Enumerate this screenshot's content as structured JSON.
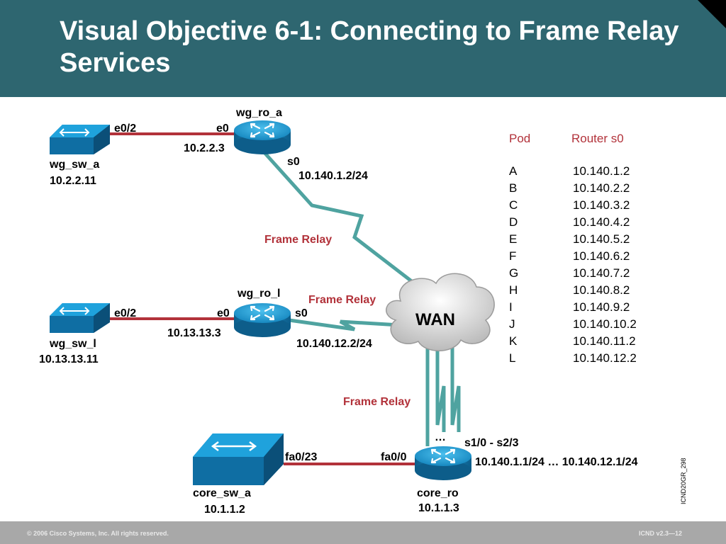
{
  "title": "Visual Objective 6-1: Connecting to Frame Relay Services",
  "footer": {
    "copyright": "© 2006 Cisco Systems, Inc. All rights reserved.",
    "page": "ICND v2.3—12"
  },
  "side_label": "ICND20GR_298",
  "wan_label": "WAN",
  "frame_relay_label": "Frame Relay",
  "devices": {
    "wg_sw_a": {
      "name": "wg_sw_a",
      "ip": "10.2.2.11",
      "port": "e0/2"
    },
    "wg_ro_a": {
      "name": "wg_ro_a",
      "eth_port": "e0",
      "eth_ip": "10.2.2.3",
      "serial_port": "s0",
      "serial_ip": "10.140.1.2/24"
    },
    "wg_sw_l": {
      "name": "wg_sw_l",
      "ip": "10.13.13.11",
      "port": "e0/2"
    },
    "wg_ro_l": {
      "name": "wg_ro_l",
      "eth_port": "e0",
      "eth_ip": "10.13.13.3",
      "serial_port": "s0",
      "serial_ip": "10.140.12.2/24"
    },
    "core_sw_a": {
      "name": "core_sw_a",
      "ip": "10.1.1.2",
      "port": "fa0/23"
    },
    "core_ro": {
      "name": "core_ro",
      "ip": "10.1.1.3",
      "eth_port": "fa0/0",
      "serial_ports": "s1/0 - s2/3",
      "serial_ips": "10.140.1.1/24 … 10.140.12.1/24",
      "ellipsis": "…"
    }
  },
  "pod_table": {
    "headers": {
      "pod": "Pod",
      "router": "Router s0"
    },
    "rows": [
      {
        "pod": "A",
        "ip": "10.140.1.2"
      },
      {
        "pod": "B",
        "ip": "10.140.2.2"
      },
      {
        "pod": "C",
        "ip": "10.140.3.2"
      },
      {
        "pod": "D",
        "ip": "10.140.4.2"
      },
      {
        "pod": "E",
        "ip": "10.140.5.2"
      },
      {
        "pod": "F",
        "ip": "10.140.6.2"
      },
      {
        "pod": "G",
        "ip": "10.140.7.2"
      },
      {
        "pod": "H",
        "ip": "10.140.8.2"
      },
      {
        "pod": "I",
        "ip": "10.140.9.2"
      },
      {
        "pod": "J",
        "ip": "10.140.10.2"
      },
      {
        "pod": "K",
        "ip": "10.140.11.2"
      },
      {
        "pod": "L",
        "ip": "10.140.12.2"
      }
    ]
  },
  "colors": {
    "header_bg": "#2e6670",
    "ethernet_link": "#b2323a",
    "serial_link": "#4fa3a0",
    "device_blue": "#1a8fc9",
    "label_red": "#b2323a",
    "footer_bg": "#a8a8a8"
  }
}
